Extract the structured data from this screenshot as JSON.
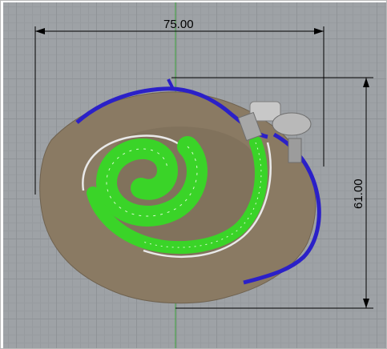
{
  "viewport": {
    "name": "top-viewport",
    "background": "#9ea2a6",
    "grid_major": "#8f9397",
    "grid_minor": "#979b9f",
    "axis_y_color": "#3aa13a"
  },
  "model": {
    "housing_color": "#8a7a63",
    "rails_color": "#2b20c8",
    "coil_color": "#3ad428",
    "coil_lines": "#e8ffe0",
    "fitting_color": "#b9b9b9"
  },
  "dimensions": {
    "horizontal": {
      "text": "75.00"
    },
    "vertical": {
      "text": "61.00"
    }
  }
}
